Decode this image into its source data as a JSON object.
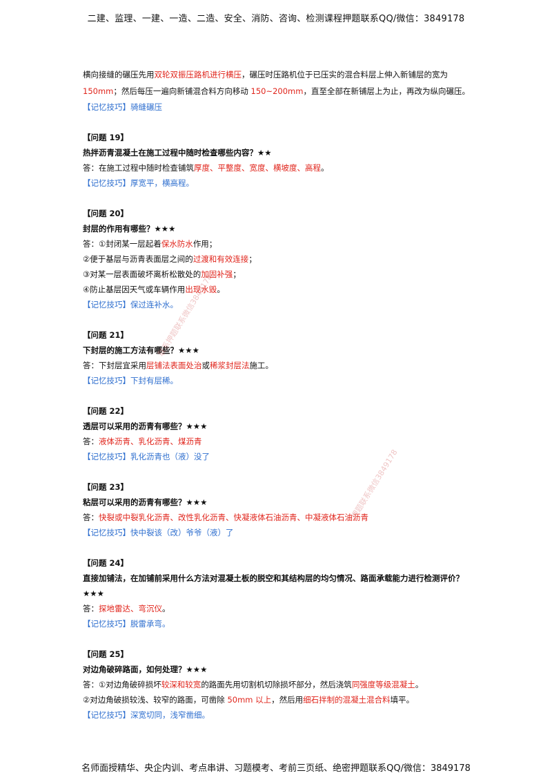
{
  "header": {
    "text": "二建、监理、一建、一造、二造、安全、消防、咨询、检测课程押题联系QQ/微信：3849178"
  },
  "footer": {
    "text": "名师面授精华、央企内训、考点串讲、习题模考、考前三页纸、绝密押题联系QQ/微信：3849178"
  },
  "intro": {
    "s1": "横向接缝的碾压先用",
    "r1": "双轮双振压路机进行横压",
    "s2": "，碾压时压路机位于已压实的混合料层上伸入新铺层的宽为",
    "r2": "150mm",
    "s3": "；然后每压一遍向新铺混合料方向移动 ",
    "r3": "150~200mm",
    "s4": "，直至全部在新铺层上为止，再改为纵向碾压。",
    "tip": "【记忆技巧】骑缝碾压"
  },
  "q19": {
    "title": "【问题 19】",
    "question": "热拌沥青混凝土在施工过程中随时检查哪些内容？★★",
    "a_prefix": "答：在施工过程中随时检查铺筑",
    "a_red": "厚度、平整度、宽度、横坡度、高程",
    "a_suffix": "。",
    "tip": "【记忆技巧】厚宽平，横高程。"
  },
  "q20": {
    "title": "【问题 20】",
    "question": "封层的作用有哪些？★★★",
    "l1_prefix": "答：①封闭某一层起着",
    "l1_red": "保水防水",
    "l1_suffix": "作用；",
    "l2_prefix": "②便于基层与沥青表面层之间的",
    "l2_red": "过渡和有效连接",
    "l2_suffix": "；",
    "l3_prefix": "③对某一层表面破坏离析松散处的",
    "l3_red": "加固补强",
    "l3_suffix": "；",
    "l4_prefix": "④防止基层因天气或车辆作用",
    "l4_red": "出现水毁",
    "l4_suffix": "。",
    "tip": "【记忆技巧】保过连补水。"
  },
  "q21": {
    "title": "【问题 21】",
    "question": "下封层的施工方法有哪些？★★★",
    "a_prefix": "答：下封层宜采用",
    "a_red1": "层铺法表面处治",
    "a_mid": "或",
    "a_red2": "稀浆封层法",
    "a_suffix": "施工。",
    "tip": "【记忆技巧】下封有层稀。"
  },
  "q22": {
    "title": "【问题 22】",
    "question": "透层可以采用的沥青有哪些？★★★",
    "a_prefix": "答：",
    "a_red": "液体沥青、乳化沥青、煤沥青",
    "tip": "【记忆技巧】乳化沥青也（液）没了"
  },
  "q23": {
    "title": "【问题 23】",
    "question": "粘层可以采用的沥青有哪些？★★★",
    "a_prefix": "答：",
    "a_red": "快裂或中裂乳化沥青、改性乳化沥青、快凝液体石油沥青、中凝液体石油沥青",
    "tip": "【记忆技巧】快中裂该（改）爷爷（液）了"
  },
  "q24": {
    "title": "【问题 24】",
    "question": "直接加铺法，在加铺前采用什么方法对混凝土板的脱空和其结构层的均匀情况、路面承载能力进行检测评价？★★★",
    "a_prefix": "答：",
    "a_red": "探地雷达、弯沉仪",
    "a_suffix": "。",
    "tip": "【记忆技巧】脱雷承弯。"
  },
  "q25": {
    "title": "【问题 25】",
    "question": "对边角破碎路面，如何处理？★★★",
    "l1_prefix": "答：①对边角破碎损坏",
    "l1_red1": "较深和较宽",
    "l1_mid": "的路面先用切割机切除损坏部分，然后浇筑",
    "l1_red2": "同强度等级混凝土",
    "l1_suffix": "。",
    "l2_prefix": "②对边角破损较浅、较窄的路面，可凿除 ",
    "l2_red1": "50mm 以上",
    "l2_mid": "，然后用",
    "l2_red2": "细石拌制的混凝土混合料",
    "l2_suffix": "填平。",
    "tip": "【记忆技巧】深宽切同，浅窄凿细。"
  },
  "watermarks": {
    "w1": "联系押题联系微信3849178",
    "w2": "押题联系微信3849178"
  }
}
